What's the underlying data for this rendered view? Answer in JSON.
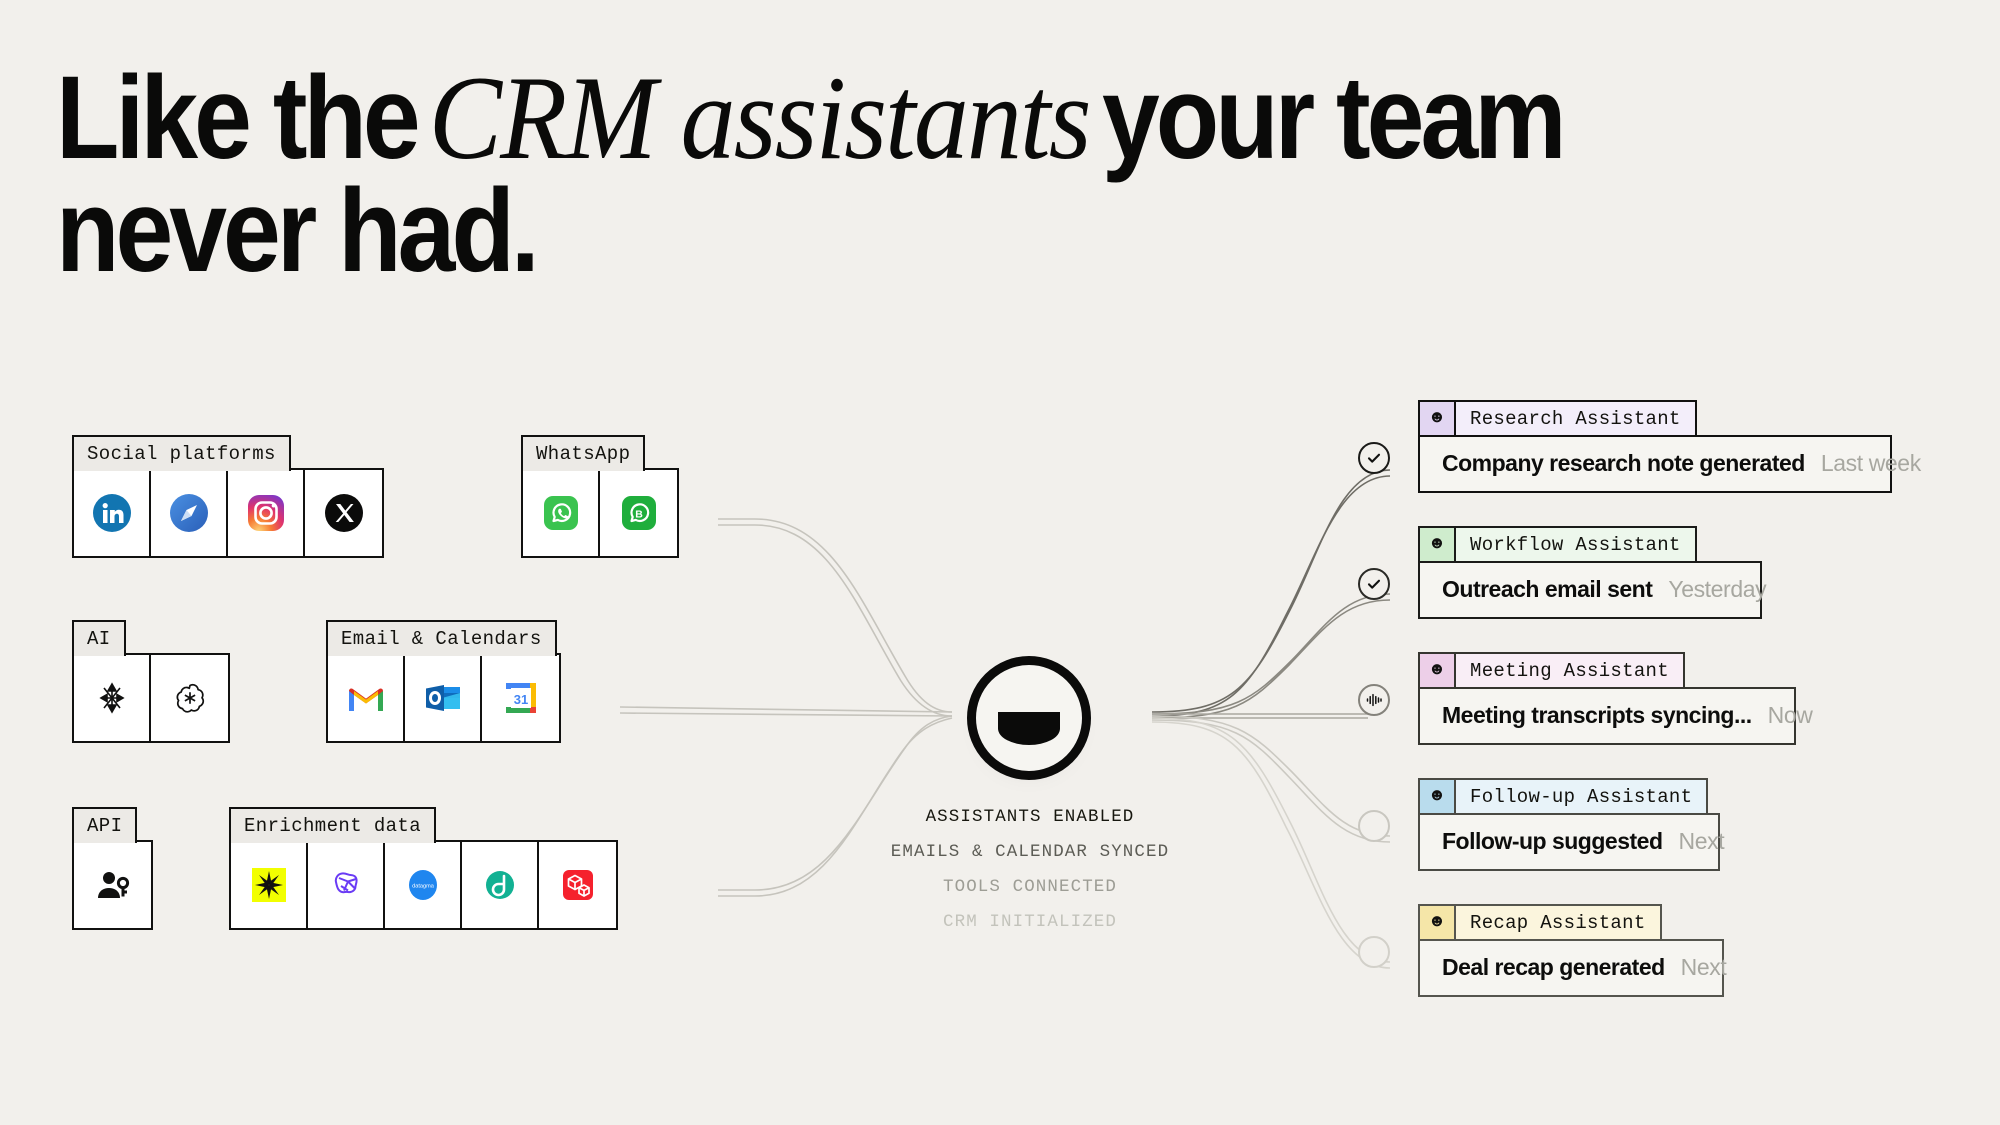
{
  "headline": {
    "line1_pre": "Like the ",
    "line1_italic": "CRM assistants",
    "line1_post": " your team",
    "line2": "never had."
  },
  "integrations": {
    "groups": [
      {
        "label": "Social platforms",
        "items": [
          {
            "name": "linkedin-icon",
            "title": "LinkedIn"
          },
          {
            "name": "sales-navigator-icon",
            "title": "Sales Navigator"
          },
          {
            "name": "instagram-icon",
            "title": "Instagram"
          },
          {
            "name": "x-twitter-icon",
            "title": "X"
          }
        ]
      },
      {
        "label": "WhatsApp",
        "items": [
          {
            "name": "whatsapp-icon",
            "title": "WhatsApp"
          },
          {
            "name": "whatsapp-business-icon",
            "title": "WhatsApp Business"
          }
        ]
      },
      {
        "label": "AI",
        "items": [
          {
            "name": "claude-icon",
            "title": "Claude"
          },
          {
            "name": "openai-icon",
            "title": "OpenAI"
          }
        ]
      },
      {
        "label": "Email & Calendars",
        "items": [
          {
            "name": "gmail-icon",
            "title": "Gmail"
          },
          {
            "name": "outlook-icon",
            "title": "Outlook"
          },
          {
            "name": "google-calendar-icon",
            "title": "Google Calendar"
          }
        ]
      },
      {
        "label": "API",
        "items": [
          {
            "name": "api-user-key-icon",
            "title": "API"
          }
        ]
      },
      {
        "label": "Enrichment data",
        "items": [
          {
            "name": "enrichment-star-icon",
            "title": "Enrichment star"
          },
          {
            "name": "enrichment-brain-icon",
            "title": "Enrichment brain"
          },
          {
            "name": "datagma-icon",
            "title": "Datagma"
          },
          {
            "name": "dropcontact-icon",
            "title": "Dropcontact"
          },
          {
            "name": "enrichment-cube-icon",
            "title": "Enrichment cube"
          }
        ]
      }
    ]
  },
  "hub": {
    "icon": "assistant-face-icon",
    "status_lines": [
      "ASSISTANTS ENABLED",
      "EMAILS & CALENDAR SYNCED",
      "TOOLS CONNECTED",
      "CRM INITIALIZED"
    ]
  },
  "assistants": [
    {
      "title": "Research Assistant",
      "chip_icon": "smiley-face-icon",
      "chip_color": "#e2d6f2",
      "title_bg": "#f3eefa",
      "message": "Company research note generated",
      "timestamp": "Last week",
      "status_node": "check-icon"
    },
    {
      "title": "Workflow Assistant",
      "chip_icon": "smiley-face-icon",
      "chip_color": "#cfeccd",
      "title_bg": "#edf7ec",
      "message": "Outreach email sent",
      "timestamp": "Yesterday",
      "status_node": "check-icon"
    },
    {
      "title": "Meeting Assistant",
      "chip_icon": "smiley-face-icon",
      "chip_color": "#edcfe8",
      "title_bg": "#f9eef6",
      "message": "Meeting transcripts syncing...",
      "timestamp": "Now",
      "status_node": "waveform-icon"
    },
    {
      "title": "Follow-up Assistant",
      "chip_icon": "smiley-face-icon",
      "chip_color": "#b9dced",
      "title_bg": "#e8f3f9",
      "message": "Follow-up suggested",
      "timestamp": "Next",
      "status_node": "empty-circle-icon"
    },
    {
      "title": "Recap Assistant",
      "chip_icon": "smiley-face-icon",
      "chip_color": "#f5e6a8",
      "title_bg": "#fbf5dd",
      "message": "Deal recap generated",
      "timestamp": "Next",
      "status_node": "empty-circle-icon"
    }
  ],
  "colors": {
    "background": "#f2f0ec",
    "ink": "#111110",
    "muted": "#a7a7a0",
    "cell_bg": "#ffffff",
    "tab_bg": "#eceae6"
  }
}
